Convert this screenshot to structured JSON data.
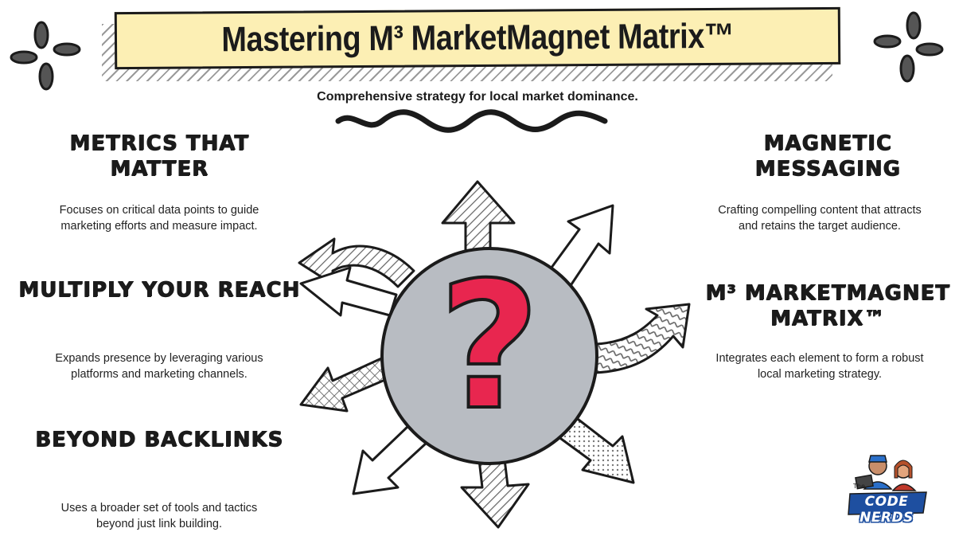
{
  "title": {
    "text": "Mastering M³ MarketMagnet Matrix™",
    "subtitle": "Comprehensive strategy for local market dominance."
  },
  "left_sections": [
    {
      "heading_line1": "METRICS THAT",
      "heading_line2": "MATTER",
      "desc_line1": "Focuses on critical data points to guide",
      "desc_line2": "marketing efforts and measure impact."
    },
    {
      "heading_line1": "MULTIPLY YOUR REACH",
      "heading_line2": "",
      "desc_line1": "Expands presence by leveraging various",
      "desc_line2": "platforms and marketing channels."
    },
    {
      "heading_line1": "BEYOND BACKLINKS",
      "heading_line2": "",
      "desc_line1": "Uses a broader set of tools and tactics",
      "desc_line2": "beyond just link building."
    }
  ],
  "right_sections": [
    {
      "heading_line1": "MAGNETIC",
      "heading_line2": "MESSAGING",
      "desc_line1": "Crafting compelling content that attracts",
      "desc_line2": "and retains the target audience."
    },
    {
      "heading_line1": "M³ MARKETMAGNET",
      "heading_line2": "MATRIX™",
      "desc_line1": "Integrates each element to form a robust",
      "desc_line2": "local marketing strategy."
    }
  ],
  "center": {
    "symbol": "?",
    "symbol_color": "#e8264f",
    "circle_color": "#b8bcc2"
  },
  "logo": {
    "text": "CODE NERDS",
    "small_text": "The"
  },
  "colors": {
    "banner_fill": "#fcefb4",
    "ink": "#1b1b1b",
    "arrow_hatch": "#666666"
  }
}
